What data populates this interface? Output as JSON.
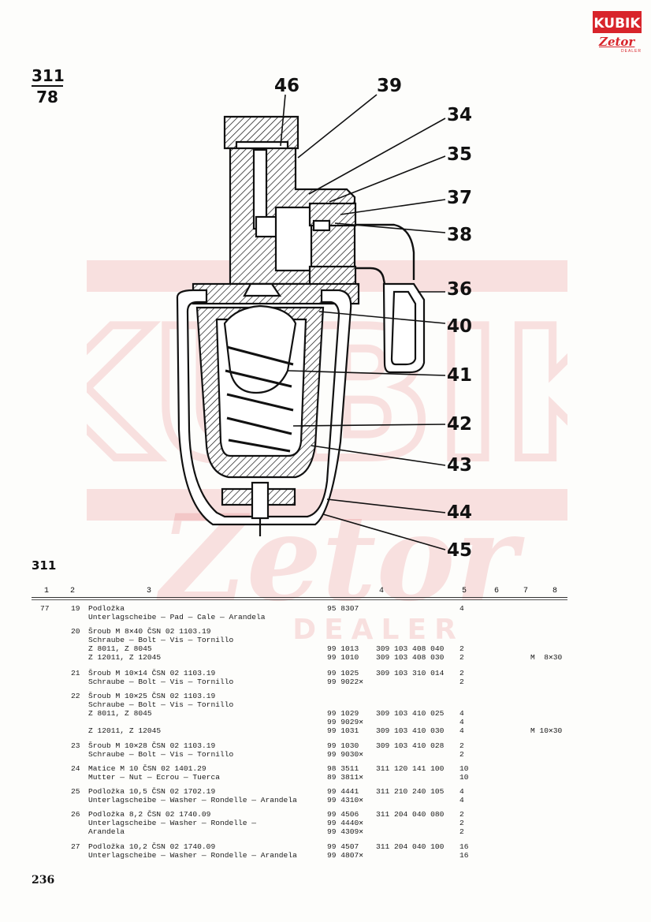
{
  "logo": {
    "brand": "KUBIK",
    "sub": "Zetor",
    "dealer": "DEALER"
  },
  "watermark": {
    "brand": "KUBIK",
    "sub": "Zetor",
    "dealer": "DEALER",
    "color": "#d8242b"
  },
  "header": {
    "fig_top": "311",
    "fig_bottom": "78"
  },
  "callouts": [
    "46",
    "39",
    "34",
    "35",
    "37",
    "38",
    "36",
    "40",
    "41",
    "42",
    "43",
    "44",
    "45"
  ],
  "section_label": "311",
  "columns": [
    "1",
    "2",
    "3",
    "4",
    "5",
    "6",
    "7",
    "8"
  ],
  "rows": [
    {
      "c1": "77",
      "c2": "19",
      "desc": [
        "Podložka",
        "Unterlagscheibe — Pad — Cale — Arandela"
      ],
      "p1": [
        "95 8307",
        ""
      ],
      "p2": [
        "",
        ""
      ],
      "qty": [
        "4",
        ""
      ],
      "note": [
        "",
        ""
      ]
    },
    {
      "c1": "",
      "c2": "20",
      "desc": [
        "Šroub M 8✕40 ČSN 02 1103.19",
        "Schraube — Bolt — Vis — Tornillo",
        "Z 8011, Z 8045",
        "Z 12011, Z 12045"
      ],
      "p1": [
        "",
        "",
        "99 1013",
        "99 1010"
      ],
      "p2": [
        "",
        "",
        "309 103 408 040",
        "309 103 408 030"
      ],
      "qty": [
        "",
        "",
        "2",
        "2"
      ],
      "note": [
        "",
        "",
        "",
        "M  8✕30"
      ]
    },
    {
      "c1": "",
      "c2": "21",
      "desc": [
        "Šroub M 10✕14 ČSN 02 1103.19",
        "Schraube — Bolt — Vis — Tornillo"
      ],
      "p1": [
        "99 1025",
        "99 9022✕"
      ],
      "p2": [
        "309 103 310 014",
        ""
      ],
      "qty": [
        "2",
        "2"
      ],
      "note": [
        "",
        ""
      ]
    },
    {
      "c1": "",
      "c2": "22",
      "desc": [
        "Šroub M 10✕25 ČSN 02 1103.19",
        "Schraube — Bolt — Vis — Tornillo",
        "Z 8011, Z 8045",
        "",
        "Z 12011, Z 12045"
      ],
      "p1": [
        "",
        "",
        "99 1029",
        "99 9029✕",
        "99 1031"
      ],
      "p2": [
        "",
        "",
        "309 103 410 025",
        "",
        "309 103 410 030"
      ],
      "qty": [
        "",
        "",
        "4",
        "4",
        "4"
      ],
      "note": [
        "",
        "",
        "",
        "",
        "M 10✕30"
      ]
    },
    {
      "c1": "",
      "c2": "23",
      "desc": [
        "Šroub M 10✕28 ČSN 02 1103.19",
        "Schraube — Bolt — Vis — Tornillo"
      ],
      "p1": [
        "99 1030",
        "99 9030✕"
      ],
      "p2": [
        "309 103 410 028",
        ""
      ],
      "qty": [
        "2",
        "2"
      ],
      "note": [
        "",
        ""
      ]
    },
    {
      "c1": "",
      "c2": "24",
      "desc": [
        "Matice M 10 ČSN 02 1401.29",
        "Mutter — Nut — Ecrou — Tuerca"
      ],
      "p1": [
        "98 3511",
        "89 3811✕"
      ],
      "p2": [
        "311 120 141 100",
        ""
      ],
      "qty": [
        "10",
        "10"
      ],
      "note": [
        "",
        ""
      ]
    },
    {
      "c1": "",
      "c2": "25",
      "desc": [
        "Podložka 10,5 ČSN 02 1702.19",
        "Unterlagscheibe — Washer — Rondelle — Arandela"
      ],
      "p1": [
        "99 4441",
        "99 4310✕"
      ],
      "p2": [
        "311 210 240 105",
        ""
      ],
      "qty": [
        "4",
        "4"
      ],
      "note": [
        "",
        ""
      ]
    },
    {
      "c1": "",
      "c2": "26",
      "desc": [
        "Podložka 8,2 ČSN 02 1740.09",
        "Unterlagscheibe — Washer — Rondelle —",
        "Arandela"
      ],
      "p1": [
        "99 4506",
        "99 4440✕",
        "99 4309✕"
      ],
      "p2": [
        "311 204 040 080",
        "",
        ""
      ],
      "qty": [
        "2",
        "2",
        "2"
      ],
      "note": [
        "",
        "",
        ""
      ]
    },
    {
      "c1": "",
      "c2": "27",
      "desc": [
        "Podložka 10,2 ČSN 02 1740.09",
        "Unterlagscheibe — Washer — Rondelle — Arandela"
      ],
      "p1": [
        "99 4507",
        "99 4807✕"
      ],
      "p2": [
        "311 204 040 100",
        ""
      ],
      "qty": [
        "16",
        "16"
      ],
      "note": [
        "",
        ""
      ]
    }
  ],
  "page_number": "236"
}
